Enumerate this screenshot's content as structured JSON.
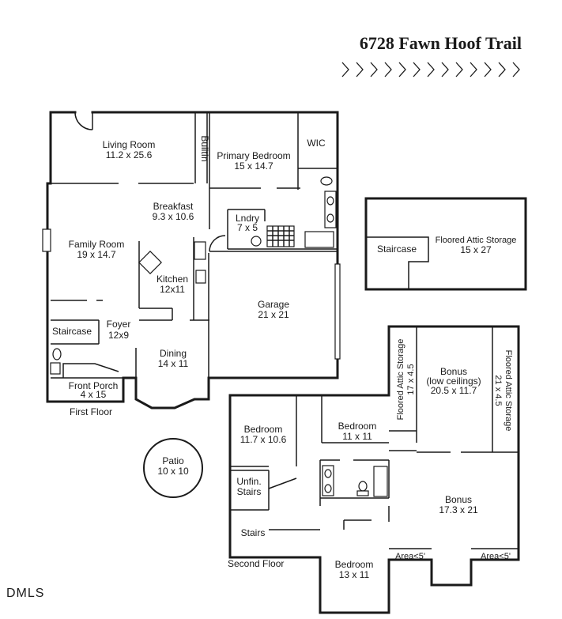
{
  "title": "6728 Fawn Hoof Trail",
  "logo": "DMLS",
  "floors": {
    "first": "First Floor",
    "second": "Second Floor"
  },
  "rooms": {
    "living_room": {
      "name": "Living Room",
      "dim": "11.2 x 25.6"
    },
    "builtin": {
      "name": "BuiltIn"
    },
    "primary_bedroom": {
      "name": "Primary Bedroom",
      "dim": "15 x 14.7"
    },
    "wic": {
      "name": "WIC"
    },
    "breakfast": {
      "name": "Breakfast",
      "dim": "9.3 x 10.6"
    },
    "laundry": {
      "name": "Lndry",
      "dim": "7 x 5"
    },
    "family_room": {
      "name": "Family Room",
      "dim": "19 x 14.7"
    },
    "kitchen": {
      "name": "Kitchen",
      "dim": "12x11"
    },
    "garage": {
      "name": "Garage",
      "dim": "21 x 21"
    },
    "staircase_first": {
      "name": "Staircase"
    },
    "foyer": {
      "name": "Foyer",
      "dim": "12x9"
    },
    "dining": {
      "name": "Dining",
      "dim": "14 x 11"
    },
    "front_porch": {
      "name": "Front Porch",
      "dim": "4 x 15"
    },
    "patio": {
      "name": "Patio",
      "dim": "10 x 10"
    },
    "attic_staircase": {
      "name": "Staircase"
    },
    "floored_attic": {
      "name": "Floored Attic Storage",
      "dim": "15 x 27"
    },
    "attic_storage_left": {
      "name": "Floored Attic Storage",
      "dim": "17 x 4.5"
    },
    "bonus_low": {
      "name": "Bonus",
      "note": "(low ceilings)",
      "dim": "20.5 x 11.7"
    },
    "attic_storage_right": {
      "name": "Floored Attic Storage",
      "dim": "21 x 4.5"
    },
    "bedroom_a": {
      "name": "Bedroom",
      "dim": "11.7 x 10.6"
    },
    "bedroom_b": {
      "name": "Bedroom",
      "dim": "11 x 11"
    },
    "unfin_stairs": {
      "name1": "Unfin.",
      "name2": "Stairs"
    },
    "stairs_second": {
      "name": "Stairs"
    },
    "bonus": {
      "name": "Bonus",
      "dim": "17.3 x 21"
    },
    "area_left": {
      "name": "Area<5'"
    },
    "area_right": {
      "name": "Area<5'"
    },
    "bedroom_c": {
      "name": "Bedroom",
      "dim": "13 x 11"
    }
  }
}
